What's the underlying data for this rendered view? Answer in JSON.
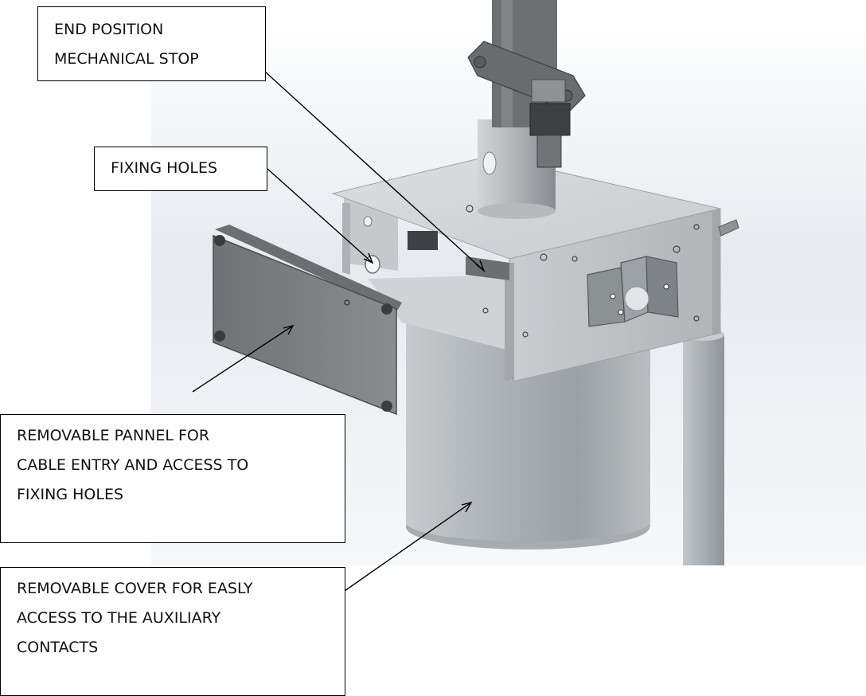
{
  "callouts": {
    "end_stop": {
      "lines": [
        "END POSITION",
        "MECHANICAL STOP"
      ]
    },
    "fixing_holes": {
      "lines": [
        "FIXING HOLES"
      ]
    },
    "panel": {
      "lines": [
        "REMOVABLE PANNEL FOR",
        "CABLE ENTRY AND ACCESS TO",
        "FIXING HOLES"
      ]
    },
    "cover": {
      "lines": [
        "REMOVABLE COVER FOR EASLY",
        "ACCESS TO THE AUXILIARY",
        "CONTACTS"
      ]
    }
  },
  "colors": {
    "steel_light": "#d9dcde",
    "steel_mid": "#b4b8bb",
    "steel_dark": "#8c9194",
    "panel": "#7b7e80",
    "galvanized": "#6e6f70",
    "background_glow": "#eef1f5"
  }
}
